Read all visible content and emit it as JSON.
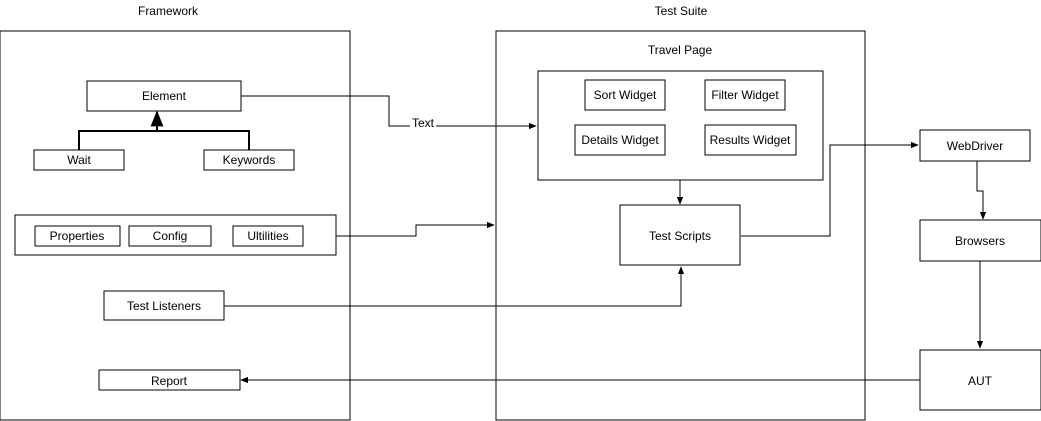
{
  "containers": {
    "framework": "Framework",
    "test_suite": "Test Suite",
    "travel_page": "Travel Page"
  },
  "nodes": {
    "element": "Element",
    "wait": "Wait",
    "keywords": "Keywords",
    "properties": "Properties",
    "config": "Config",
    "utilities": "Ultilities",
    "test_listeners": "Test Listeners",
    "report": "Report",
    "sort_widget": "Sort Widget",
    "filter_widget": "Filter Widget",
    "details_widget": "Details Widget",
    "results_widget": "Results Widget",
    "test_scripts": "Test Scripts",
    "webdriver": "WebDriver",
    "browsers": "Browsers",
    "aut": "AUT"
  },
  "edge_labels": {
    "element_to_travel_page": "Text"
  },
  "colors": {
    "stroke": "#000000",
    "fill": "#ffffff"
  }
}
